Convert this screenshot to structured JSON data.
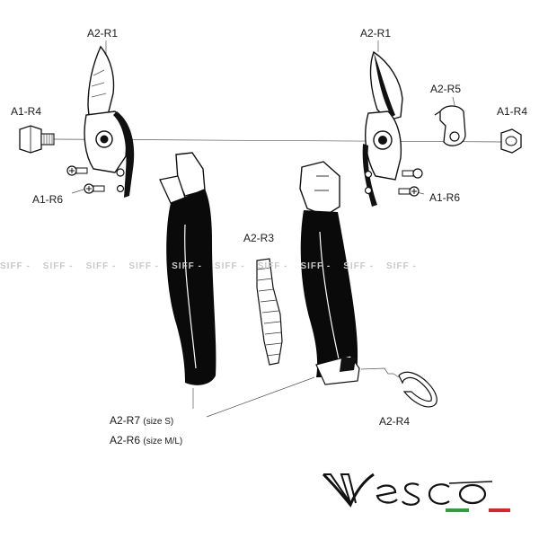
{
  "labels": {
    "a2r1_left": "A2-R1",
    "a2r1_right": "A2-R1",
    "a1r4_left": "A1-R4",
    "a1r4_right": "A1-R4",
    "a1r6_left": "A1-R6",
    "a1r6_right": "A1-R6",
    "a2r5": "A2-R5",
    "a2r3": "A2-R3",
    "a2r4": "A2-R4",
    "a2r7_code": "A2-R7",
    "a2r7_size": "(size  S)",
    "a2r6_code": "A2-R6",
    "a2r6_size": "(size  M/L)"
  },
  "watermark": {
    "text": "SIFF",
    "repeat": 10
  },
  "brand": {
    "logo_text": "Vesco",
    "flag_colors": [
      "#2e9e3e",
      "#ffffff",
      "#d9262b"
    ]
  },
  "colors": {
    "ink": "#111111",
    "line": "#555555",
    "handle": "#0a0a0a"
  }
}
